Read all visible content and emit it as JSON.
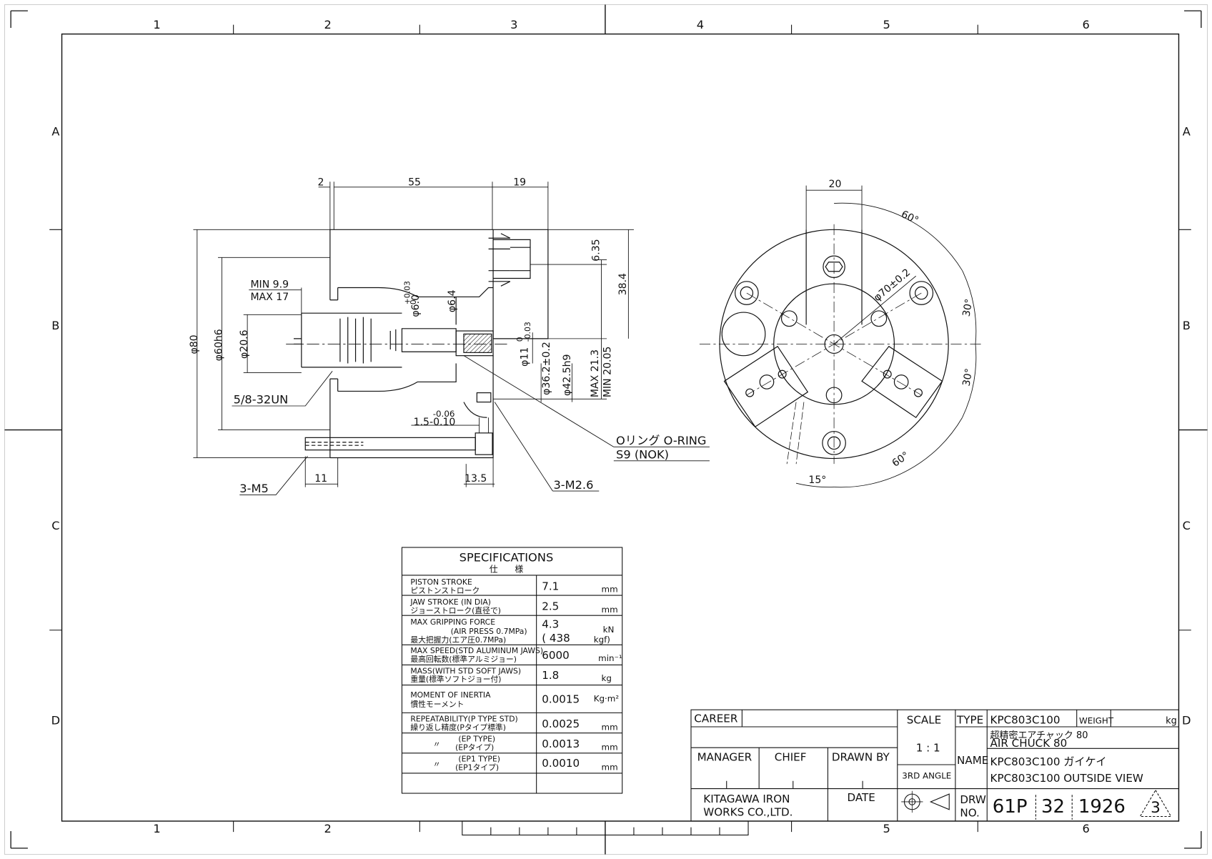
{
  "border": {
    "columns": [
      "1",
      "2",
      "3",
      "4",
      "5",
      "6"
    ],
    "bottom_columns": [
      "1",
      "2",
      "5",
      "6"
    ],
    "rows": [
      "A",
      "B",
      "C",
      "D"
    ]
  },
  "side_view": {
    "dims": {
      "d2": "2",
      "d55": "55",
      "d19": "19",
      "min_stroke": "MIN  9.9",
      "max_stroke": "MAX  17",
      "dia80": "φ80",
      "dia60h6": "φ60h6",
      "dia20_6": "φ20.6",
      "dia6_0": "φ6.0",
      "dia6_0_tol": "+0.03\n0",
      "dia6_4": "φ6.4",
      "dia11": "φ11",
      "dia11_tol": "0\n-0.03",
      "dia36_2": "φ36.2±0.2",
      "dia42_5h9": "φ42.5h9",
      "d6_35": "6.35",
      "d38_4": "38.4",
      "max_21_3": "MAX 21.3",
      "min_20_05": "MIN 20.05",
      "d1_5": "1.5-0.10",
      "d1_5_tol": "-0.06",
      "d11": "11",
      "d13_5": "13.5"
    },
    "callouts": {
      "thread": "5/8-32UN",
      "m5": "3-M5",
      "m2_6": "3-M2.6",
      "oring": "Oリング O-RING",
      "oring_spec": "S9 (NOK)"
    }
  },
  "front_view": {
    "dims": {
      "d20": "20",
      "a60_top": "60°",
      "pcd70": "φ70±0.2",
      "a30_1": "30°",
      "a30_2": "30°",
      "a60_bottom": "60°",
      "a15": "15°"
    }
  },
  "specifications": {
    "title": "SPECIFICATIONS",
    "title_ja": "仕　　様",
    "rows": [
      {
        "label": "PISTON STROKE",
        "label_ja": "ピストンストローク",
        "value": "7.1",
        "unit": "mm"
      },
      {
        "label": "JAW STROKE (IN DIA)",
        "label_ja": "ジョーストローク(直径で)",
        "value": "2.5",
        "unit": "mm"
      },
      {
        "label": "MAX GRIPPING FORCE",
        "label2": "(AIR PRESS 0.7MPa)",
        "label_ja": "最大把握力(エア圧0.7MPa)",
        "value": "4.3",
        "value2": "( 438",
        "unit": "kN",
        "unit2": "kgf)"
      },
      {
        "label": "MAX SPEED(STD ALUMINUM JAWS)",
        "label_ja": "最高回転数(標準アルミジョー)",
        "value": "6000",
        "unit": "min⁻¹"
      },
      {
        "label": "MASS(WITH STD SOFT JAWS)",
        "label_ja": "重量(標準ソフトジョー付)",
        "value": "1.8",
        "unit": "kg"
      },
      {
        "label": "MOMENT OF INERTIA",
        "label_ja": "慣性モーメント",
        "value": "0.0015",
        "unit": "Kg·m²"
      },
      {
        "label": "REPEATABILITY(P TYPE STD)",
        "label_ja": "繰り返し精度(Pタイプ標準)",
        "value": "0.0025",
        "unit": "mm"
      },
      {
        "label": "〃",
        "label2": "(EP TYPE)",
        "label_ja": "(EPタイプ)",
        "value": "0.0013",
        "unit": "mm"
      },
      {
        "label": "〃",
        "label2": "(EP1 TYPE)",
        "label_ja": "(EP1タイプ)",
        "value": "0.0010",
        "unit": "mm"
      },
      {
        "label": "",
        "label_ja": "",
        "value": "",
        "unit": ""
      }
    ]
  },
  "title_block": {
    "career": "CAREER",
    "scale_label": "SCALE",
    "scale_value": "1 : 1",
    "type_label": "TYPE",
    "type_value": "KPC803C100",
    "weight_label": "WEIGHT",
    "weight_unit": "kg",
    "name_label": "NAME",
    "name_ja": "超精密エアチャック 80",
    "name_en": "AIR CHUCK 80",
    "name_line2": "KPC803C100 ガイケイ",
    "name_line3": "KPC803C100 OUTSIDE VIEW",
    "manager": "MANAGER",
    "chief": "CHIEF",
    "drawn_by": "DRAWN BY",
    "projection": "3RD ANGLE",
    "date": "DATE",
    "company_line1": "KITAGAWA IRON",
    "company_line2": "WORKS CO.,LTD.",
    "drw_label1": "DRW",
    "drw_label2": "NO.",
    "drw_part1": "61P",
    "drw_part2": "32",
    "drw_part3": "1926",
    "revision": "3"
  }
}
